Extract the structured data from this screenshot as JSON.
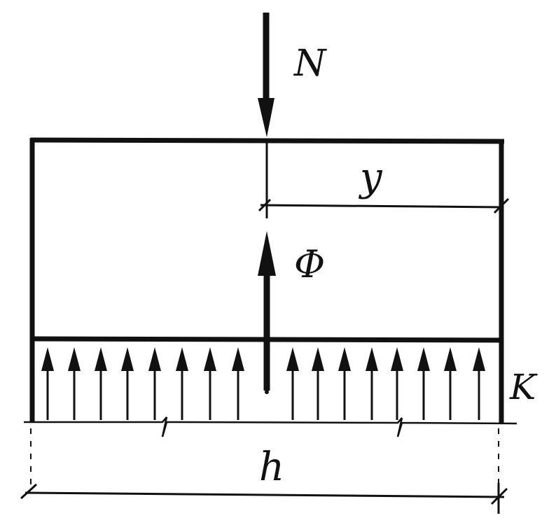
{
  "labels": {
    "force_n": "N",
    "force_phi": "Φ",
    "distance_y": "y",
    "width_h": "h",
    "reaction_k": "K"
  },
  "diagram": {
    "distributed_arrow_count": 16,
    "ink_color": "#111111",
    "background": "#ffffff"
  }
}
